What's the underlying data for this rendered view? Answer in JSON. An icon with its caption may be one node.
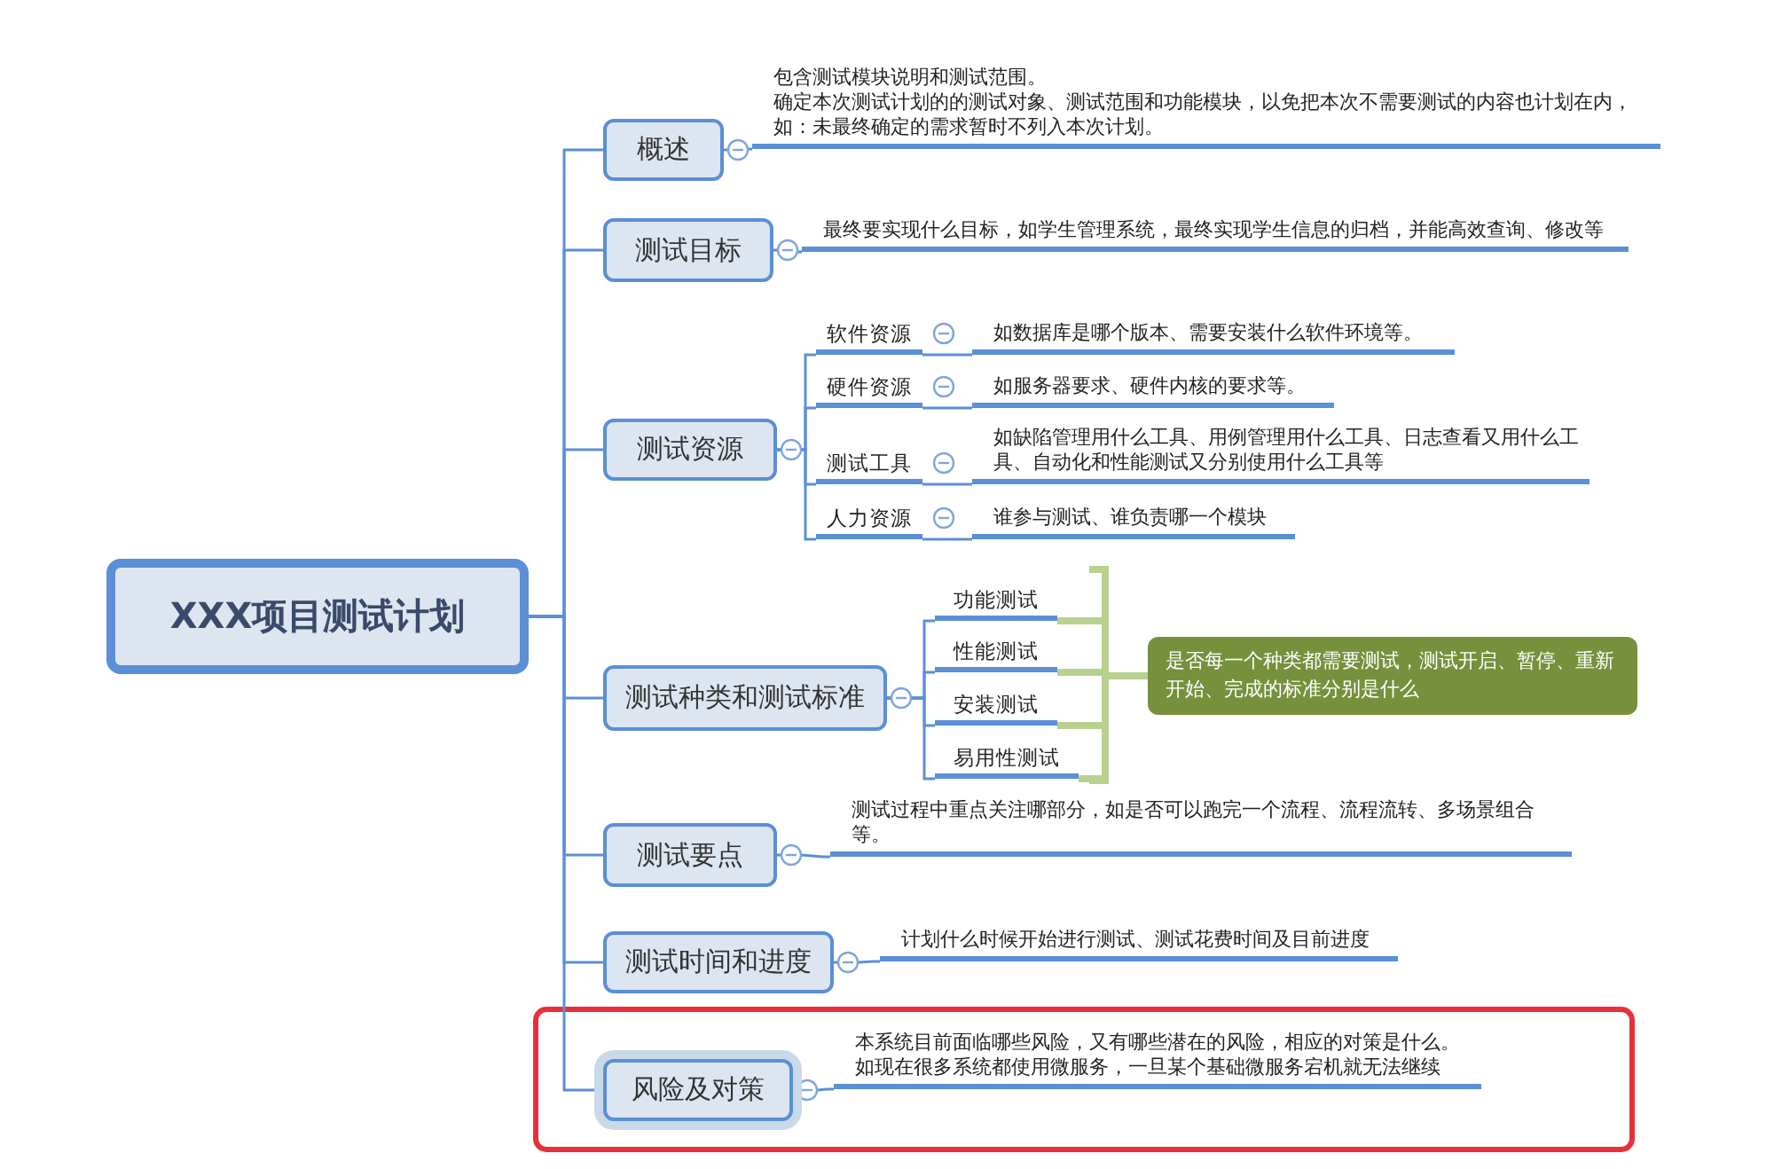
{
  "diagram": {
    "nodes": [
      {
        "text": [
          "XXX项目测试计划"
        ]
      },
      {
        "text": [
          "概述"
        ]
      },
      {
        "text": [
          "包含测试模块说明和测试范围。",
          "确定本次测试计划的的测试对象、测试范围和功能模块，以免把本次不需要测试的内容也计划在内，如：未最终确定的需求暂时不列入本次计划。"
        ]
      },
      {
        "text": [
          "测试目标"
        ]
      },
      {
        "text": [
          "最终要实现什么目标，如学生管理系统，最终实现学生信息的归档，并能高效查询、修改等"
        ]
      },
      {
        "text": [
          "测试资源"
        ]
      },
      {
        "text": [
          "软件资源"
        ]
      },
      {
        "text": [
          "如数据库是哪个版本、需要安装什么软件环境等。"
        ]
      },
      {
        "text": [
          "硬件资源"
        ]
      },
      {
        "text": [
          "如服务器要求、硬件内核的要求等。"
        ]
      },
      {
        "text": [
          "测试工具"
        ]
      },
      {
        "text": [
          "如缺陷管理用什么工具、用例管理用什么工具、日志查看又用什么工具、自动化和性能测试又分别使用什么工具等"
        ]
      },
      {
        "text": [
          "人力资源"
        ]
      },
      {
        "text": [
          "谁参与测试、谁负责哪一个模块"
        ]
      },
      {
        "text": [
          "测试种类和测试标准"
        ]
      },
      {
        "text": [
          "功能测试"
        ]
      },
      {
        "text": [
          "性能测试"
        ]
      },
      {
        "text": [
          "安装测试"
        ]
      },
      {
        "text": [
          "易用性测试"
        ]
      },
      {
        "text": [
          "是否每一个种类都需要测试，测试开启、暂停、重新开始、完成的标准分别是什么"
        ]
      },
      {
        "text": [
          "测试要点"
        ]
      },
      {
        "text": [
          "测试过程中重点关注哪部分，如是否可以跑完一个流程、流程流转、多场景组合等。"
        ]
      },
      {
        "text": [
          "测试时间和进度"
        ]
      },
      {
        "text": [
          "计划什么时候开始进行测试、测试花费时间及目前进度"
        ]
      },
      {
        "text": [
          "风险及对策"
        ]
      },
      {
        "text": [
          "本系统目前面临哪些风险，又有哪些潜在的风险，相应的对策是什么。如现在很多系统都使用微服务，一旦某个基础微服务宕机就无法继续"
        ]
      }
    ],
    "edges": [
      {
        "from": 0,
        "to": 1,
        "arrow": "none"
      },
      {
        "from": 0,
        "to": 3,
        "arrow": "none"
      },
      {
        "from": 0,
        "to": 5,
        "arrow": "none"
      },
      {
        "from": 0,
        "to": 14,
        "arrow": "none"
      },
      {
        "from": 0,
        "to": 20,
        "arrow": "none"
      },
      {
        "from": 0,
        "to": 22,
        "arrow": "none"
      },
      {
        "from": 0,
        "to": 24,
        "arrow": "none"
      },
      {
        "from": 1,
        "to": 2,
        "arrow": "none"
      },
      {
        "from": 3,
        "to": 4,
        "arrow": "none"
      },
      {
        "from": 5,
        "to": 6,
        "arrow": "none"
      },
      {
        "from": 5,
        "to": 8,
        "arrow": "none"
      },
      {
        "from": 5,
        "to": 10,
        "arrow": "none"
      },
      {
        "from": 5,
        "to": 12,
        "arrow": "none"
      },
      {
        "from": 6,
        "to": 7,
        "arrow": "none"
      },
      {
        "from": 8,
        "to": 9,
        "arrow": "none"
      },
      {
        "from": 10,
        "to": 11,
        "arrow": "none"
      },
      {
        "from": 12,
        "to": 13,
        "arrow": "none"
      },
      {
        "from": 14,
        "to": 15,
        "arrow": "none"
      },
      {
        "from": 14,
        "to": 16,
        "arrow": "none"
      },
      {
        "from": 14,
        "to": 17,
        "arrow": "none"
      },
      {
        "from": 14,
        "to": 18,
        "arrow": "none"
      },
      {
        "from": 15,
        "to": 19,
        "arrow": "none",
        "style": "thick",
        "color": "#b8d18f"
      },
      {
        "from": 16,
        "to": 19,
        "arrow": "none",
        "style": "thick",
        "color": "#b8d18f"
      },
      {
        "from": 17,
        "to": 19,
        "arrow": "none",
        "style": "thick",
        "color": "#b8d18f"
      },
      {
        "from": 18,
        "to": 19,
        "arrow": "none",
        "style": "thick",
        "color": "#b8d18f"
      },
      {
        "from": 20,
        "to": 21,
        "arrow": "none"
      },
      {
        "from": 22,
        "to": 23,
        "arrow": "none"
      },
      {
        "from": 24,
        "to": 25,
        "arrow": "none"
      }
    ]
  }
}
